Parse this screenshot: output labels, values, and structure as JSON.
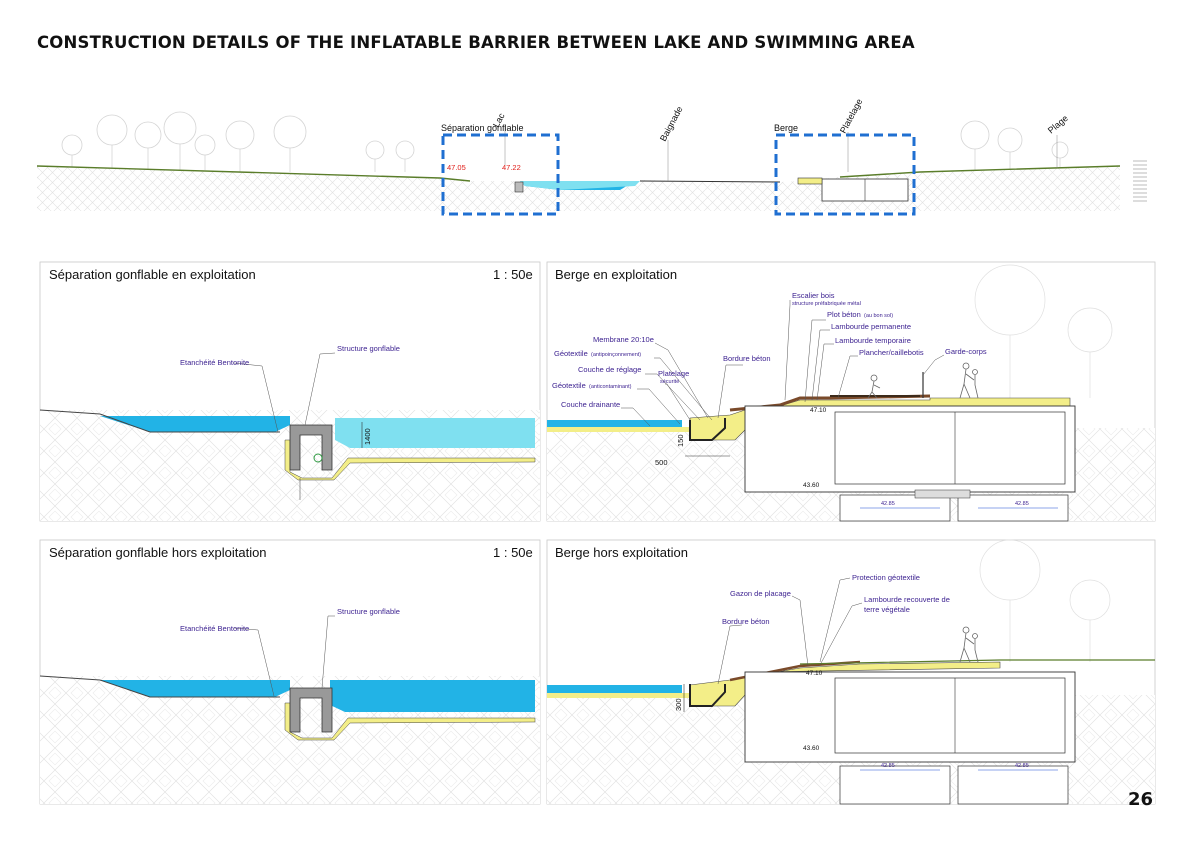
{
  "title": "CONSTRUCTION DETAILS OF THE INFLATABLE BARRIER BETWEEN LAKE AND SWIMMING AREA",
  "page_number": "26",
  "colors": {
    "water": "#22b3e6",
    "water_light": "#7fe0f0",
    "sand": "#f3ee88",
    "detail_frame": "#1f6fd1",
    "label": "#3a1f8f",
    "level_red": "#e0201b"
  },
  "overview": {
    "labels": {
      "lac": "Lac",
      "baignade": "Baignade",
      "platelage": "Platelage",
      "plage": "Plage",
      "separation": "Séparation gonflable",
      "berge": "Berge"
    },
    "levels": {
      "left": "47.05",
      "right": "47.22"
    }
  },
  "panels": [
    {
      "title": "Séparation gonflable en exploitation",
      "scale": "1 : 50e",
      "labels": {
        "bentonite": "Etanchéité Bentonite",
        "structure": "Structure gonflable",
        "dim": "1400"
      }
    },
    {
      "title": "Berge en exploitation",
      "labels": {
        "escalier": "Escalier bois",
        "escalier_sub": "structure préfabriquée métal",
        "plot": "Plot béton",
        "plot_sub": "(au bon sol)",
        "lambourde_perm": "Lambourde permanente",
        "lambourde_temp": "Lambourde temporaire",
        "plancher": "Plancher/caillebotis",
        "gardecorps": "Garde-corps",
        "membrane": "Membrane 20:10e",
        "geotextile_anti": "Géotextile",
        "geotextile_anti_sub": "(antipoinçonnement)",
        "bordure": "Bordure béton",
        "couche_reglage": "Couche de réglage",
        "platelage": "Platelage",
        "platelage_sub": "sécurité",
        "geotextile_cont": "Géotextile",
        "geotextile_cont_sub": "(anticontaminant)",
        "couche_drainante": "Couche drainante",
        "dim_500": "500",
        "dim_150": "150",
        "level_top": "47.10",
        "level_bottom": "43.60",
        "level_a": "42.85",
        "level_b": "42.85"
      }
    },
    {
      "title": "Séparation gonflable hors exploitation",
      "scale": "1 : 50e",
      "labels": {
        "bentonite": "Etanchéité Bentonite",
        "structure": "Structure gonflable"
      }
    },
    {
      "title": "Berge hors exploitation",
      "labels": {
        "protection": "Protection géotextile",
        "gazon": "Gazon de placage",
        "lambourde": "Lambourde recouverte de",
        "lambourde2": "terre végétale",
        "bordure": "Bordure béton",
        "dim_300": "300",
        "level_top": "47.10",
        "level_bottom": "43.60",
        "level_a": "42.85",
        "level_b": "42.85"
      }
    }
  ]
}
